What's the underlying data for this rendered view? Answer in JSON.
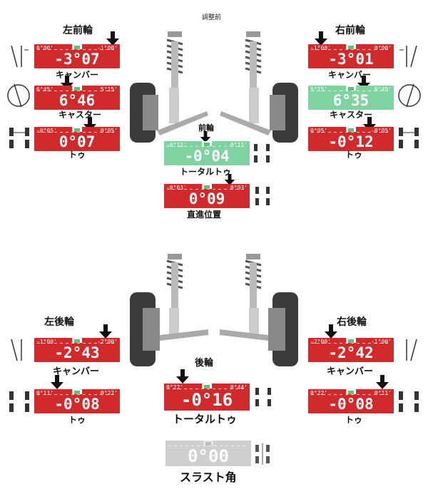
{
  "header": {
    "title": "調整前"
  },
  "front": {
    "left_title": "左前輪",
    "right_title": "右前輪",
    "axle_title": "前輪",
    "left": {
      "camber": {
        "value": "-3°07",
        "min": "0°00'",
        "max": "-1°00'",
        "label": "キャンバー"
      },
      "caster": {
        "value": "6°46",
        "min": "6°45'",
        "max": "5°15'",
        "label": "キャスター"
      },
      "toe": {
        "value": "0°07",
        "min": "-0°05'",
        "max": "0°05'",
        "label": "トゥ"
      }
    },
    "right": {
      "camber": {
        "value": "-3°01",
        "min": "-1°00'",
        "max": "0°00'",
        "label": "キャンバー"
      },
      "caster": {
        "value": "6°35",
        "min": "5°15'",
        "max": "6°45'",
        "label": "キャスター"
      },
      "toe": {
        "value": "-0°12",
        "min": "0°05'",
        "max": "-0°05'",
        "label": "トゥ"
      }
    },
    "total_toe": {
      "value": "-0°04",
      "min": "-0°11'",
      "max": "0°11'",
      "label": "トータルトゥ"
    },
    "straight": {
      "value": "0°09",
      "min": "-0°03'",
      "max": "0°03'",
      "label": "直進位置"
    }
  },
  "rear": {
    "left_title": "左後輪",
    "right_title": "右後輪",
    "axle_title": "後輪",
    "left": {
      "camber": {
        "value": "-2°43",
        "min": "-1°00'",
        "max": "-2°00'",
        "label": "キャンバー"
      },
      "toe": {
        "value": "-0°08",
        "min": "0°11'",
        "max": "0°22'",
        "label": "トゥ"
      }
    },
    "right": {
      "camber": {
        "value": "-2°42",
        "min": "-2°00'",
        "max": "-1°00'",
        "label": "キャンバー"
      },
      "toe": {
        "value": "-0°08",
        "min": "0°22'",
        "max": "0°11'",
        "label": "トゥ"
      }
    },
    "total_toe": {
      "value": "-0°16",
      "min": "0°22'",
      "max": "0°44'",
      "label": "トータルトゥ"
    },
    "thrust": {
      "value": "0°00",
      "label": "スラスト角"
    }
  },
  "colors": {
    "out_of_spec": "#d02a2c",
    "in_spec": "#7fd3a1",
    "neutral": "#cfcfcf"
  }
}
